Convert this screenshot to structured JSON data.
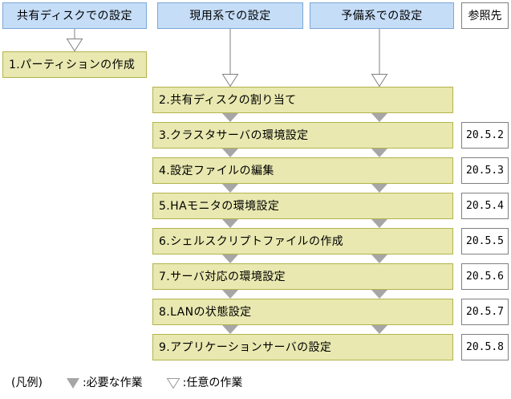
{
  "columns": [
    {
      "id": "shared-disk",
      "label": "共有ディスクでの設定"
    },
    {
      "id": "active-system",
      "label": "現用系での設定"
    },
    {
      "id": "standby-system",
      "label": "予備系での設定"
    }
  ],
  "reference_column": {
    "header": "参照先"
  },
  "steps": [
    {
      "n": "1",
      "label": "1.パーティションの作成",
      "column": "shared-disk",
      "reference": ""
    },
    {
      "n": "2",
      "label": "2.共有ディスクの割り当て",
      "column": "both",
      "reference": ""
    },
    {
      "n": "3",
      "label": "3.クラスタサーバの環境設定",
      "column": "both",
      "reference": "20.5.2"
    },
    {
      "n": "4",
      "label": "4.設定ファイルの編集",
      "column": "both",
      "reference": "20.5.3"
    },
    {
      "n": "5",
      "label": "5.HAモニタの環境設定",
      "column": "both",
      "reference": "20.5.4"
    },
    {
      "n": "6",
      "label": "6.シェルスクリプトファイルの作成",
      "column": "both",
      "reference": "20.5.5"
    },
    {
      "n": "7",
      "label": "7.サーバ対応の環境設定",
      "column": "both",
      "reference": "20.5.6"
    },
    {
      "n": "8",
      "label": "8.LANの状態設定",
      "column": "both",
      "reference": "20.5.7"
    },
    {
      "n": "9",
      "label": "9.アプリケーションサーバの設定",
      "column": "both",
      "reference": "20.5.8"
    }
  ],
  "legend": {
    "title": "(凡例)",
    "required_symbol": "filled-down-triangle-icon",
    "required_label": ":必要な作業",
    "optional_symbol": "hollow-down-triangle-icon",
    "optional_label": ":任意の作業"
  },
  "colors": {
    "header_fill": "#c5ddf7",
    "header_border": "#7ba7d7",
    "task_fill": "#e8e8b0",
    "task_border": "#b3b34d",
    "arrow_fill": "#a6a6a6",
    "arrow_outline": "#808080",
    "box_border": "#808080"
  }
}
